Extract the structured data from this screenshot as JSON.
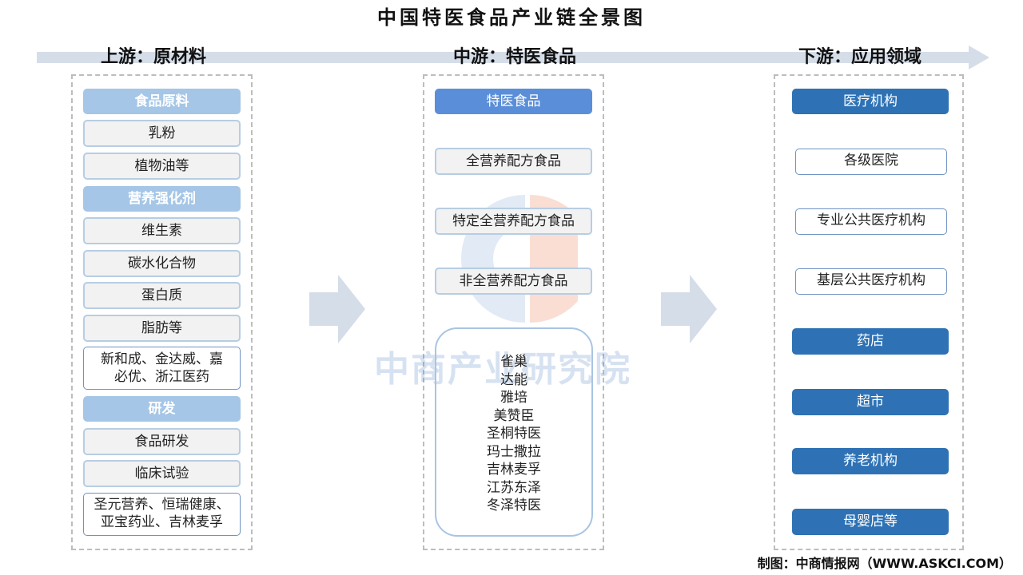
{
  "title": "中国特医食品产业链全景图",
  "upstream": {
    "title": "上游：原材料",
    "groups": [
      {
        "header": "食品原料",
        "items": [
          "乳粉",
          "植物油等"
        ]
      },
      {
        "header": "营养强化剂",
        "items": [
          "维生素",
          "碳水化合物",
          "蛋白质",
          "脂肪等"
        ],
        "companies": [
          "新和成、金达威、嘉",
          "必优、浙江医药"
        ]
      },
      {
        "header": "研发",
        "items": [
          "食品研发",
          "临床试验"
        ],
        "companies": [
          "圣元营养、恒瑞健康、",
          "亚宝药业、吉林麦孚"
        ]
      }
    ]
  },
  "midstream": {
    "title": "中游：特医食品",
    "header": "特医食品",
    "items": [
      "全营养配方食品",
      "特定全营养配方食品",
      "非全营养配方食品"
    ],
    "companies": [
      "雀巢",
      "达能",
      "雅培",
      "美赞臣",
      "圣桐特医",
      "玛士撒拉",
      "吉林麦孚",
      "江苏东泽",
      "冬泽特医"
    ]
  },
  "downstream": {
    "title": "下游：应用领域",
    "header": "医疗机构",
    "sub_items": [
      "各级医院",
      "专业公共医疗机构",
      "基层公共医疗机构"
    ],
    "others": [
      "药店",
      "超市",
      "养老机构",
      "母婴店等"
    ]
  },
  "watermark": "中商产业研究院",
  "footer": "制图：中商情报网（WWW.ASKCI.COM）",
  "colors": {
    "light_header": "#a5c6e6",
    "mid_header": "#5b8ed8",
    "dark_header": "#2e72b5",
    "arrow": "#d5dde8"
  }
}
